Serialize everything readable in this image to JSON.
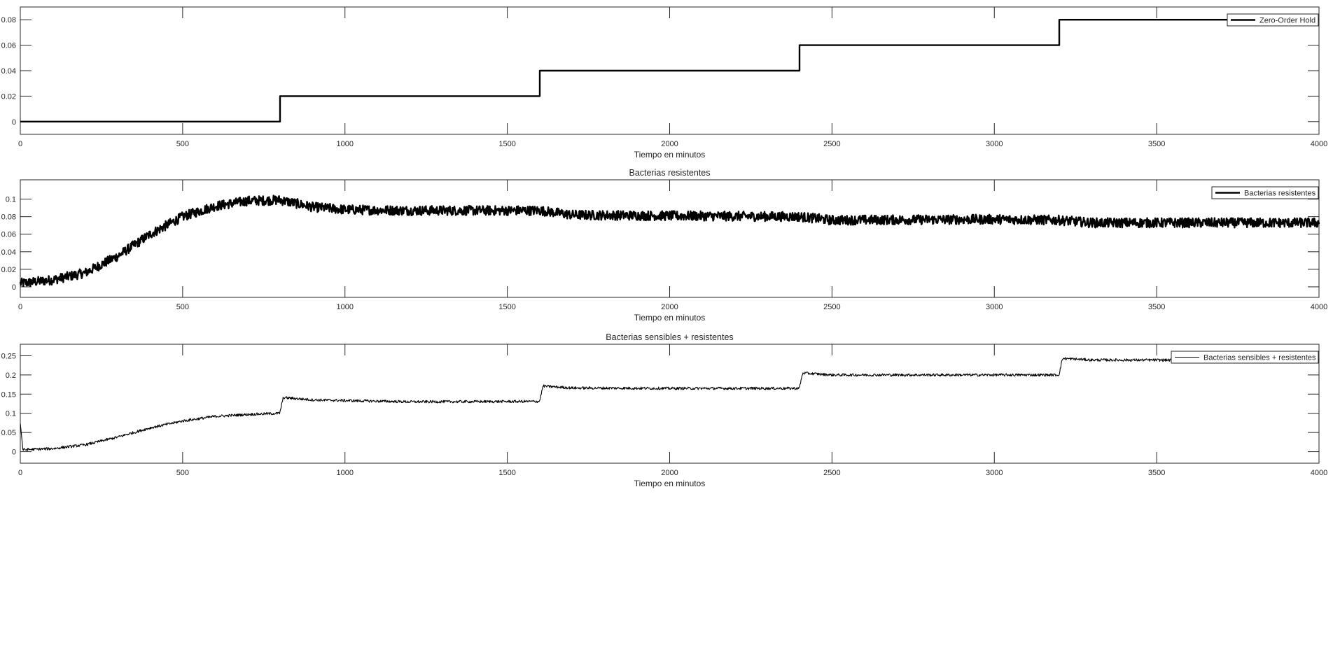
{
  "chart_data": [
    {
      "type": "line",
      "title": "",
      "xlabel": "Tiempo en minutos",
      "ylabel": "",
      "xlim": [
        0,
        4000
      ],
      "ylim": [
        -0.01,
        0.09
      ],
      "xticks": [
        0,
        500,
        1000,
        1500,
        2000,
        2500,
        3000,
        3500,
        4000
      ],
      "yticks": [
        0,
        0.02,
        0.04,
        0.06,
        0.08
      ],
      "ytick_labels": [
        "0",
        "0.02",
        "0.04",
        "0.06",
        "0.08"
      ],
      "grid": false,
      "legend": "top-right",
      "series": [
        {
          "name": "Zero-Order Hold",
          "style": "step",
          "line_width": "thick",
          "x": [
            0,
            800,
            1600,
            2400,
            3200,
            4000
          ],
          "y": [
            0,
            0.02,
            0.04,
            0.06,
            0.08,
            0.08
          ]
        }
      ]
    },
    {
      "type": "line",
      "title": "Bacterias resistentes",
      "xlabel": "Tiempo en minutos",
      "ylabel": "",
      "xlim": [
        0,
        4000
      ],
      "ylim": [
        -0.012,
        0.122
      ],
      "xticks": [
        0,
        500,
        1000,
        1500,
        2000,
        2500,
        3000,
        3500,
        4000
      ],
      "yticks": [
        0,
        0.02,
        0.04,
        0.06,
        0.08,
        0.1
      ],
      "ytick_labels": [
        "0",
        "0.02",
        "0.04",
        "0.06",
        "0.08",
        "0.1"
      ],
      "grid": false,
      "legend": "top-right",
      "noise": 0.0055,
      "series": [
        {
          "name": "Bacterias resistentes",
          "style": "noisy",
          "line_width": "thick",
          "x": [
            0,
            100,
            200,
            300,
            400,
            500,
            600,
            700,
            800,
            900,
            1000,
            1200,
            1400,
            1600,
            1700,
            2000,
            2400,
            2500,
            3000,
            3200,
            3300,
            3500,
            4000
          ],
          "y": [
            0.004,
            0.008,
            0.016,
            0.035,
            0.06,
            0.08,
            0.092,
            0.098,
            0.099,
            0.091,
            0.088,
            0.087,
            0.087,
            0.087,
            0.082,
            0.081,
            0.08,
            0.076,
            0.077,
            0.076,
            0.073,
            0.073,
            0.073
          ]
        }
      ]
    },
    {
      "type": "line",
      "title": "Bacterias sensibles + resistentes",
      "xlabel": "Tiempo en minutos",
      "ylabel": "",
      "xlim": [
        0,
        4000
      ],
      "ylim": [
        -0.03,
        0.28
      ],
      "xticks": [
        0,
        500,
        1000,
        1500,
        2000,
        2500,
        3000,
        3500,
        4000
      ],
      "yticks": [
        0,
        0.05,
        0.1,
        0.15,
        0.2,
        0.25
      ],
      "ytick_labels": [
        "0",
        "0.05",
        "0.1",
        "0.15",
        "0.2",
        "0.25"
      ],
      "grid": false,
      "legend": "top-right",
      "noise": 0.0035,
      "series": [
        {
          "name": "Bacterias sensibles + resistentes",
          "style": "noisy",
          "line_width": "thin",
          "x": [
            0,
            8,
            100,
            200,
            300,
            400,
            500,
            600,
            700,
            799,
            810,
            900,
            1200,
            1599,
            1610,
            1700,
            2000,
            2399,
            2410,
            2500,
            3000,
            3199,
            3210,
            3300,
            4000
          ],
          "y": [
            0.075,
            0.005,
            0.008,
            0.018,
            0.038,
            0.062,
            0.08,
            0.092,
            0.097,
            0.1,
            0.141,
            0.135,
            0.13,
            0.131,
            0.171,
            0.166,
            0.165,
            0.165,
            0.205,
            0.2,
            0.2,
            0.2,
            0.243,
            0.239,
            0.238
          ]
        }
      ]
    }
  ]
}
